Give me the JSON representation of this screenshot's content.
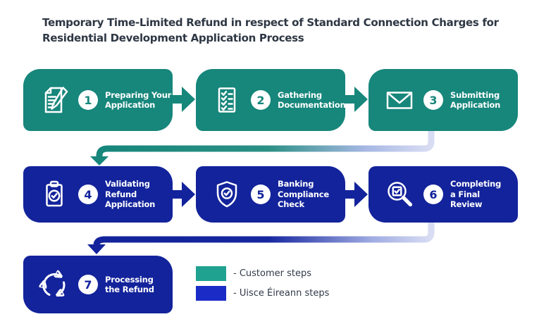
{
  "title": "Temporary Time-Limited Refund in respect of Standard Connection Charges for\nResidential Development Application Process",
  "colors": {
    "customer_step": "#17867B",
    "uisce_step": "#13239B",
    "legend_customer": "#1FA390",
    "legend_uisce": "#1B2BC5",
    "connector_pale": "#D9DDF3",
    "title_text": "#2E3744",
    "step_text": "#FFFFFF"
  },
  "steps": [
    {
      "number": "1",
      "title": "Preparing Your\nApplication",
      "icon": "document-pencil-icon",
      "category": "customer"
    },
    {
      "number": "2",
      "title": "Gathering\nDocumentation",
      "icon": "checklist-icon",
      "category": "customer"
    },
    {
      "number": "3",
      "title": "Submitting\nApplication",
      "icon": "envelope-icon",
      "category": "customer"
    },
    {
      "number": "4",
      "title": "Validating\nRefund\nApplication",
      "icon": "clipboard-check-icon",
      "category": "uisce"
    },
    {
      "number": "5",
      "title": "Banking\nCompliance\nCheck",
      "icon": "shield-check-icon",
      "category": "uisce"
    },
    {
      "number": "6",
      "title": "Completing\na Final\nReview",
      "icon": "magnifier-checkbox-icon",
      "category": "uisce"
    },
    {
      "number": "7",
      "title": "Processing\nthe Refund",
      "icon": "cycle-arrows-icon",
      "category": "uisce"
    }
  ],
  "legend": {
    "items": [
      {
        "label": "- Customer steps",
        "color": "#1FA390"
      },
      {
        "label": "- Uisce Éireann steps",
        "color": "#1B2BC5"
      }
    ]
  }
}
